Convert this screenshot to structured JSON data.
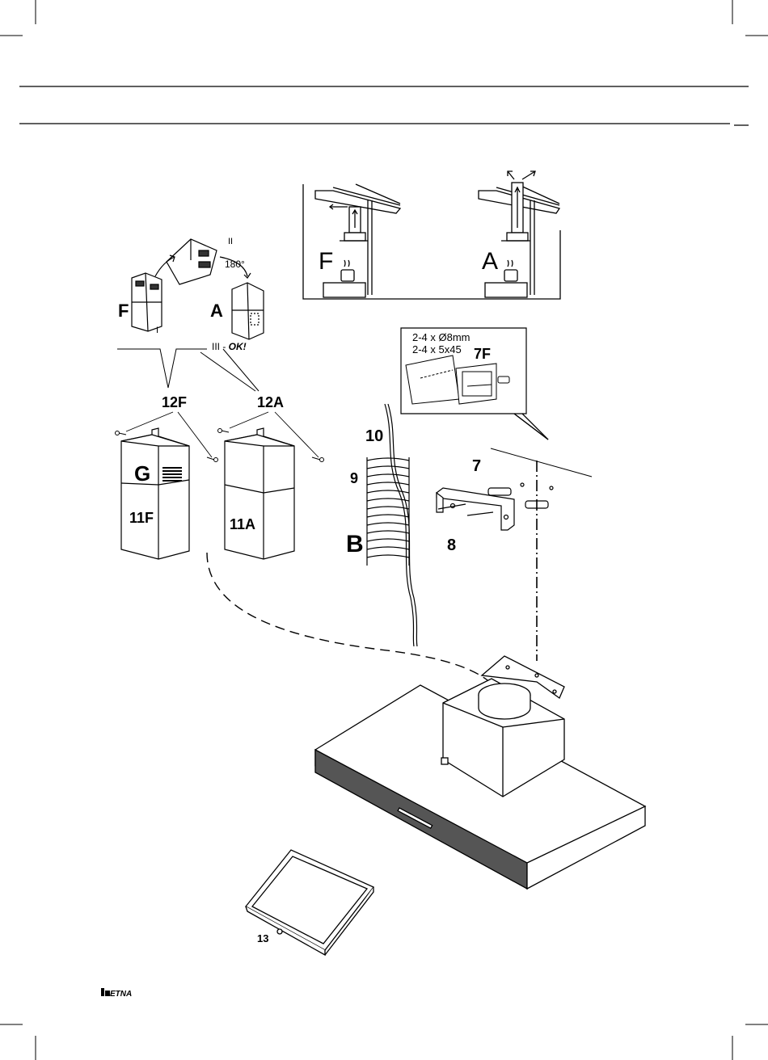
{
  "diagram": {
    "installation_scene": {
      "left_label": "F",
      "right_label": "A"
    },
    "conversion": {
      "left_label": "F",
      "right_label": "A",
      "step_i": "I",
      "step_ii": "II",
      "rotation": "180°",
      "step_iii_prefix": "III - ",
      "step_iii_ok": "OK!"
    },
    "chimney_labels": {
      "cap_f": "12F",
      "cap_a": "12A",
      "grille": "G",
      "lower_f": "11F",
      "lower_a": "11A"
    },
    "hose_labels": {
      "cable": "10",
      "hose": "9",
      "fitting": "B"
    },
    "bracket_labels": {
      "wall": "7",
      "bracket": "8"
    },
    "fixing_callout": {
      "line1": "2-4 x Ø8mm",
      "line2": "2-4 x 5x45",
      "label": "7F"
    },
    "filter_label": "13",
    "brand_logo_text": "ETNA"
  }
}
